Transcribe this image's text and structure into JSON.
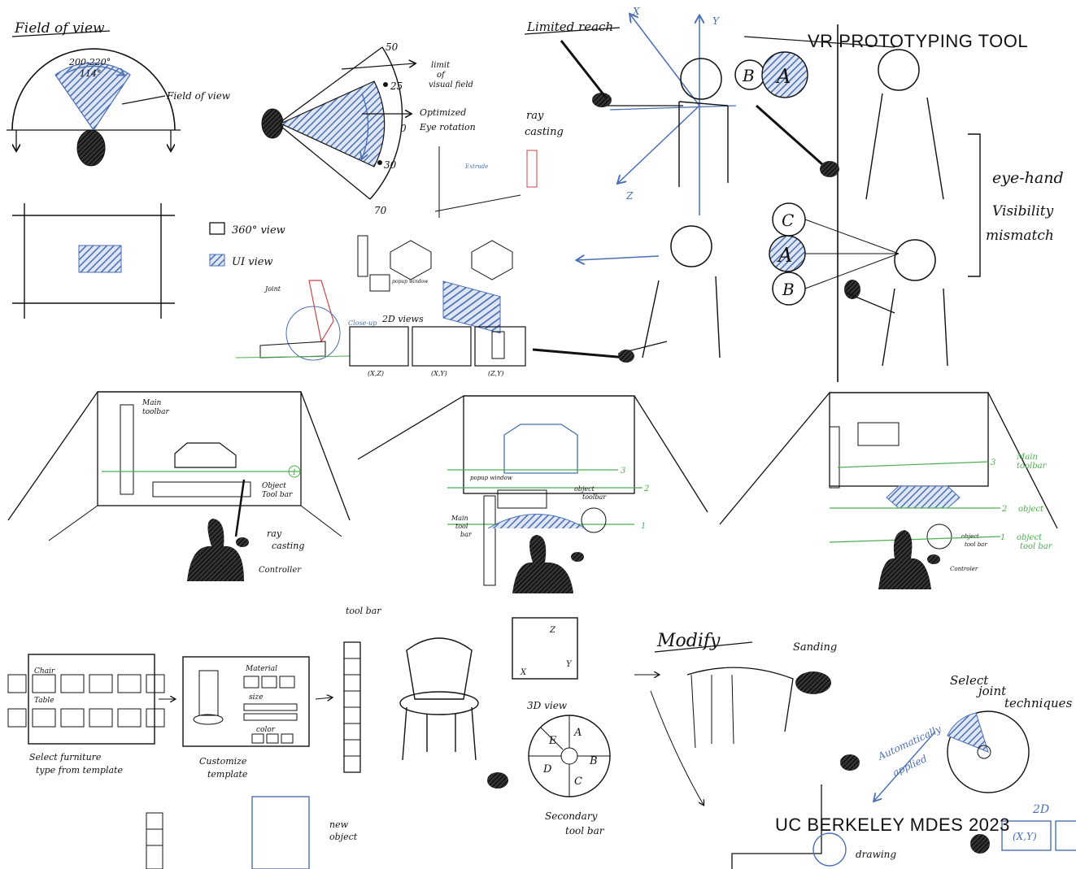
{
  "overlay": {
    "title": "VR PROTOTYPING TOOL",
    "credit": "UC BERKELEY MDES 2023"
  },
  "sketch1": {
    "heading": "Field of view",
    "range": "200-220°",
    "angle": "114°",
    "label": "Field of view"
  },
  "sketch2": {
    "deg_50": "50",
    "deg_25": "25",
    "deg_0": "0",
    "deg_30": "30",
    "deg_70": "70",
    "limit_label_1": "limit",
    "limit_label_2": "of",
    "limit_label_3": "visual field",
    "optimized_1": "Optimized",
    "optimized_2": "Eye rotation"
  },
  "legend": {
    "item1": "360° view",
    "item2": "UI view"
  },
  "reach": {
    "heading": "Limited reach",
    "axis_x": "X",
    "axis_y": "Y",
    "axis_z": "Z",
    "ray_1": "ray",
    "ray_2": "casting"
  },
  "joint": {
    "label": "Joint",
    "closeup": "Close-up",
    "views": "2D views",
    "view1": "(X,Z)",
    "view2": "(X,Y)",
    "view3": "(Z,Y)",
    "popup": "popup window",
    "extrude": "Extrude"
  },
  "eyehand": {
    "ball_a": "A",
    "ball_b": "B",
    "ball_c": "C",
    "label_1": "eye-hand",
    "label_2": "Visibility",
    "label_3": "mismatch"
  },
  "room1": {
    "main_toolbar_1": "Main",
    "main_toolbar_2": "toolbar",
    "num1": "1",
    "object_1": "Object",
    "object_2": "Tool bar",
    "ray_1": "ray",
    "ray_2": "casting",
    "controller": "Controller"
  },
  "room2": {
    "n3": "3",
    "n2": "2",
    "n1": "1",
    "popup": "popup window",
    "object_1": "object",
    "object_2": "toolbar",
    "main_1": "Main",
    "main_2": "tool",
    "main_3": "bar"
  },
  "room3": {
    "n3": "3",
    "main_1": "Main",
    "main_2": "toolbar",
    "n2": "2",
    "object": "object",
    "object_tb_1": "object",
    "object_tb_2": "tool bar",
    "n1": "1",
    "object_g_1": "object",
    "object_g_2": "tool bar",
    "controller": "Controler"
  },
  "flow": {
    "chair": "Chair",
    "table": "Table",
    "select_1": "Select furniture",
    "select_2": "type from template",
    "material": "Material",
    "size": "size",
    "color": "color",
    "customize_1": "Customize",
    "customize_2": "template",
    "toolbar": "tool bar",
    "view3d": "3D view",
    "axis_z": "Z",
    "axis_x": "X",
    "axis_y": "Y",
    "wheel_a": "A",
    "wheel_b": "B",
    "wheel_c": "C",
    "wheel_d": "D",
    "wheel_e": "E",
    "secondary_1": "Secondary",
    "secondary_2": "tool bar",
    "new_object_1": "new",
    "new_object_2": "object"
  },
  "modify": {
    "heading": "Modify",
    "sanding": "Sanding",
    "select_1": "Select",
    "select_2": "joint",
    "select_3": "techniques",
    "auto_1": "Automatically",
    "auto_2": "applied",
    "drawing": "drawing",
    "label_2d": "2D",
    "xy": "(X,Y)"
  }
}
